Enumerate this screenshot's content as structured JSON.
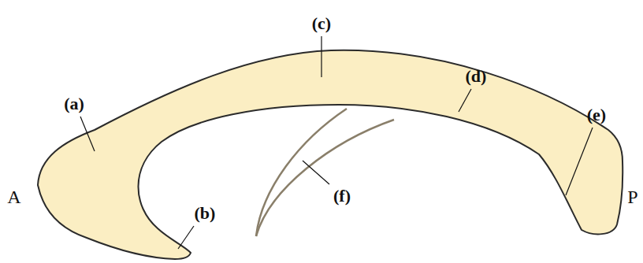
{
  "diagram": {
    "labels": [
      "(c)",
      "(a)",
      "(d)",
      "(e)",
      "A",
      "(f)",
      "(b)",
      "P"
    ]
  }
}
